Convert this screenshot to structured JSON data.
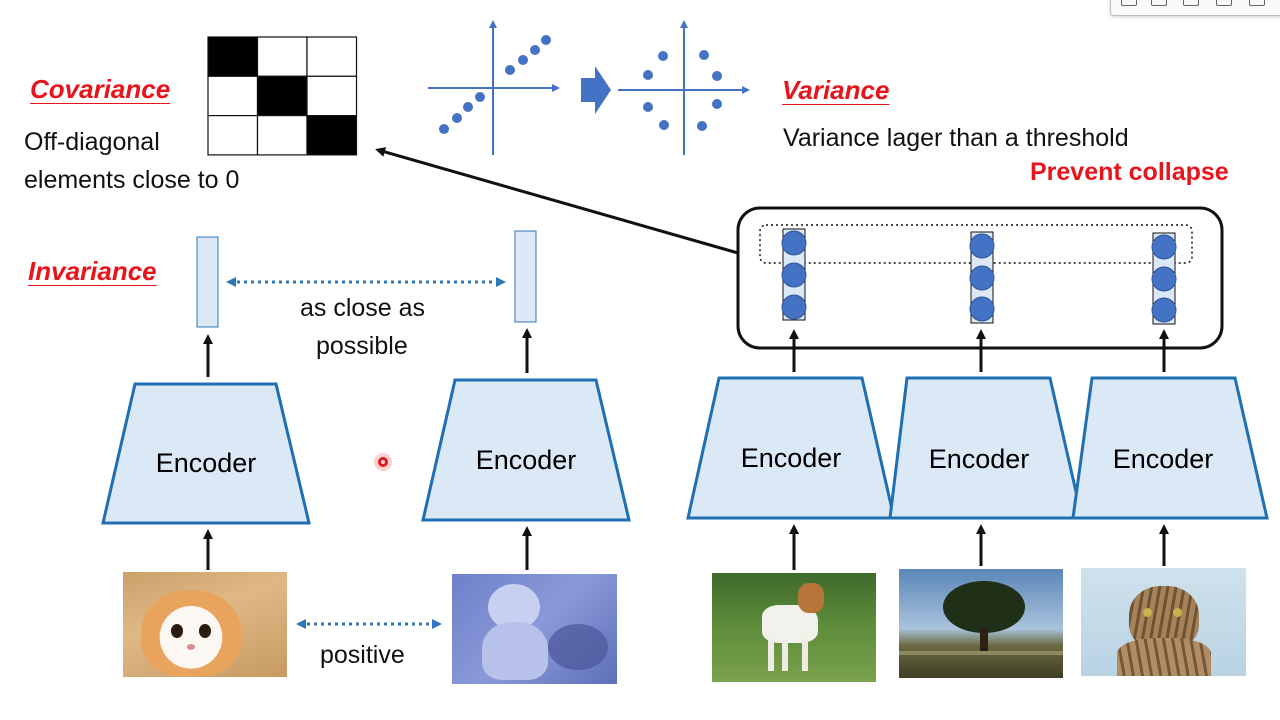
{
  "covariance": {
    "title": "Covariance",
    "description_line1": "Off-diagonal",
    "description_line2": "elements close to 0"
  },
  "variance": {
    "title": "Variance",
    "description": "Variance lager than a threshold",
    "note": "Prevent collapse"
  },
  "invariance": {
    "title": "Invariance",
    "close_label_line1": "as close as",
    "close_label_line2": "possible",
    "positive_label": "positive"
  },
  "encoders": {
    "left": "Encoder",
    "middle": "Encoder",
    "right1": "Encoder",
    "right2": "Encoder",
    "right3": "Encoder"
  },
  "images": {
    "cat_orange": "orange-and-white cat photo",
    "cat_blue": "blue-tinted cat photo",
    "dog": "jack russell terrier photo",
    "tree": "lone tree landscape photo",
    "tabby": "tabby cat photo"
  },
  "colors": {
    "accent_red": "#e8141c",
    "encoder_fill": "#dbe8f6",
    "encoder_stroke": "#1f6fb2",
    "dot_blue": "#4472c4",
    "arrow_blue": "#2e75b6"
  },
  "matrix_pattern": [
    [
      1,
      0,
      0
    ],
    [
      0,
      1,
      0
    ],
    [
      0,
      0,
      1
    ]
  ]
}
